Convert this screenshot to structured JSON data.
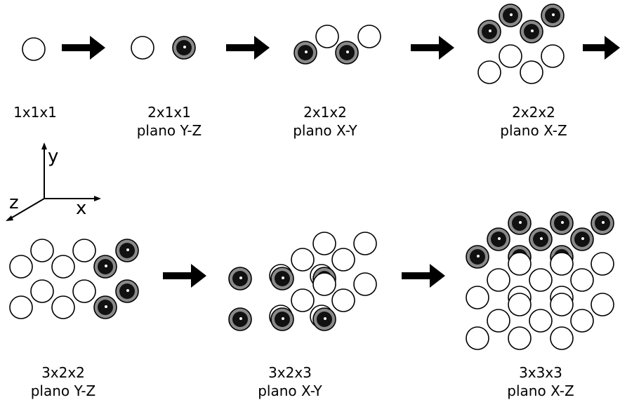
{
  "figure": {
    "stages": [
      {
        "dims": "1x1x1",
        "plane": ""
      },
      {
        "dims": "2x1x1",
        "plane": "plano Y-Z"
      },
      {
        "dims": "2x1x2",
        "plane": "plano X-Y"
      },
      {
        "dims": "2x2x2",
        "plane": "plano X-Z"
      },
      {
        "dims": "3x2x2",
        "plane": "plano Y-Z"
      },
      {
        "dims": "3x2x3",
        "plane": "plano X-Y"
      },
      {
        "dims": "3x3x3",
        "plane": "plano X-Z"
      }
    ],
    "axes": {
      "x": "x",
      "y": "y",
      "z": "z"
    },
    "colors": {
      "new_atom": "#111111",
      "new_ring": "#8a8a8a",
      "old_atom": "#ffffff",
      "stroke": "#000000"
    },
    "arrow_count": 6
  }
}
